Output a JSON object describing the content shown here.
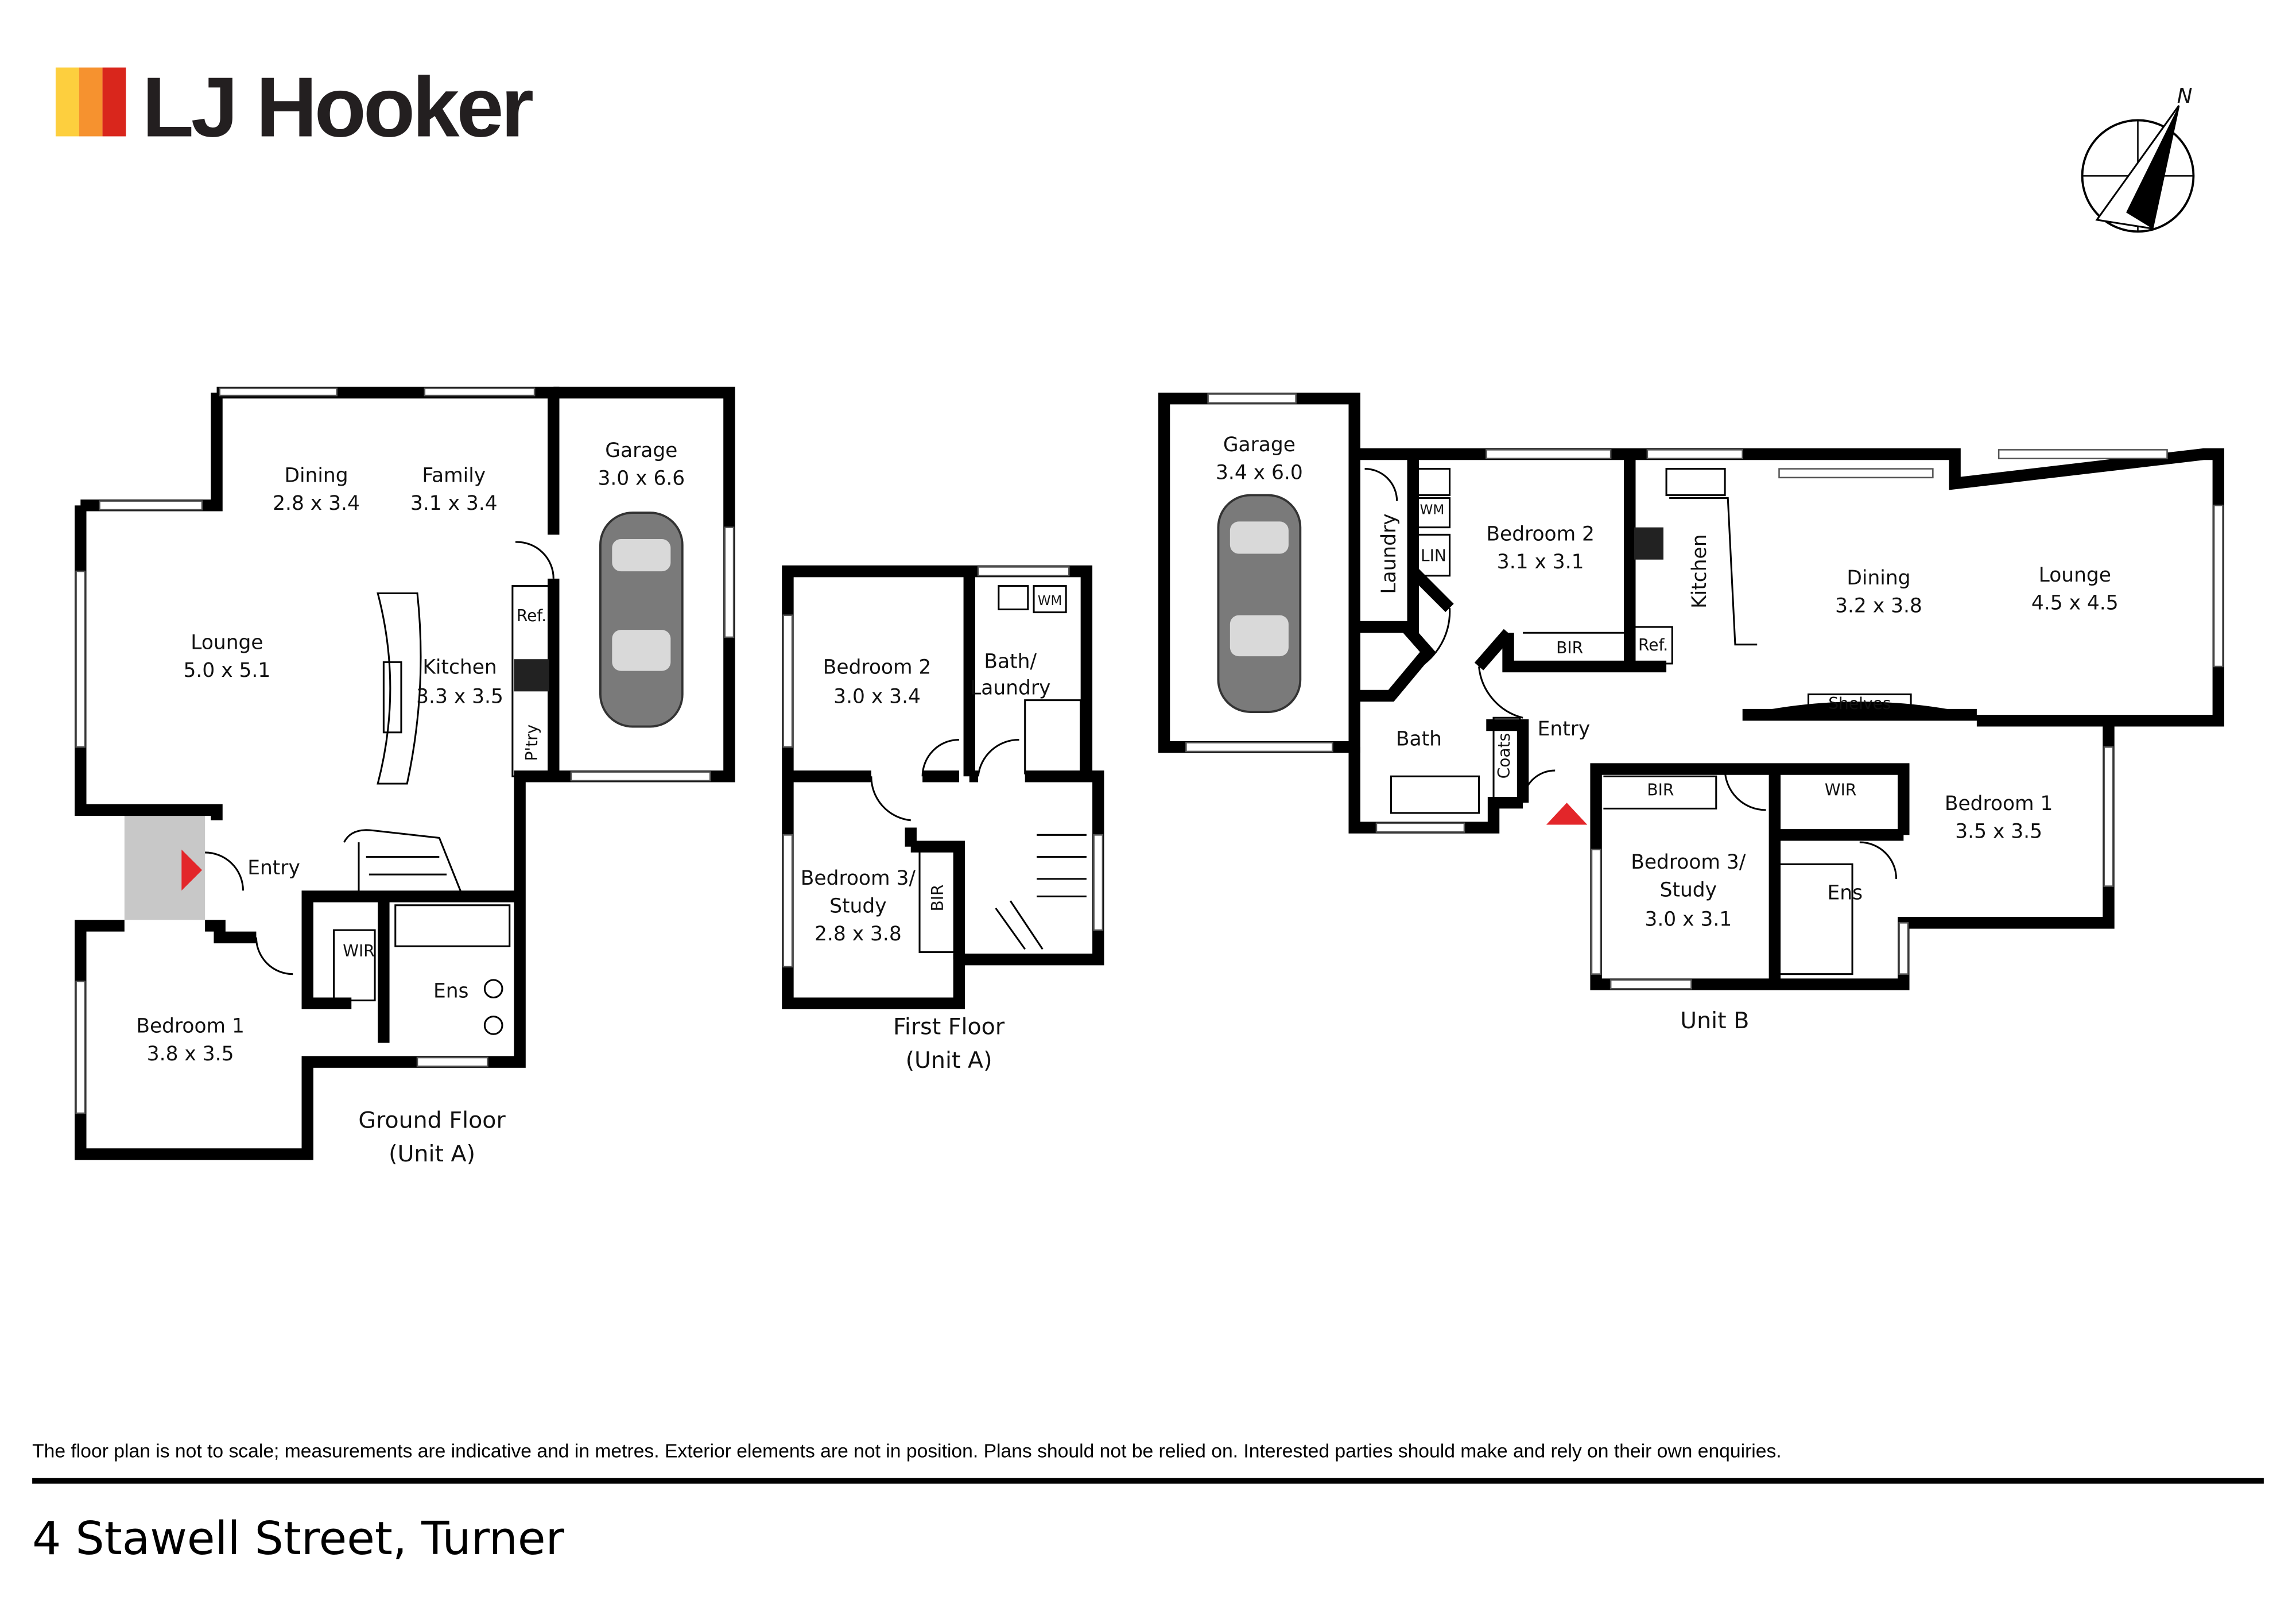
{
  "brand": {
    "name": "LJ Hooker",
    "colors": [
      "#fdcf3e",
      "#f6922f",
      "#d9261c"
    ]
  },
  "compass": {
    "label": "N"
  },
  "ground_floor": {
    "caption_line1": "Ground Floor",
    "caption_line2": "(Unit A)",
    "dining": {
      "name": "Dining",
      "dims": "2.8 x 3.4"
    },
    "family": {
      "name": "Family",
      "dims": "3.1 x 3.4"
    },
    "garage": {
      "name": "Garage",
      "dims": "3.0 x 6.6"
    },
    "lounge": {
      "name": "Lounge",
      "dims": "5.0 x 5.1"
    },
    "kitchen": {
      "name": "Kitchen",
      "dims": "3.3 x 3.5"
    },
    "ref": "Ref.",
    "pantry": "P'try",
    "entry": "Entry",
    "wir": "WIR",
    "ens": "Ens",
    "bedroom1": {
      "name": "Bedroom 1",
      "dims": "3.8 x 3.5"
    }
  },
  "first_floor": {
    "caption_line1": "First Floor",
    "caption_line2": "(Unit A)",
    "bedroom2": {
      "name": "Bedroom 2",
      "dims": "3.0 x 3.4"
    },
    "bath_laundry": {
      "line1": "Bath/",
      "line2": "Laundry"
    },
    "wm": "WM",
    "bedroom3": {
      "line1": "Bedroom 3/",
      "line2": "Study",
      "dims": "2.8 x 3.8"
    },
    "bir": "BIR"
  },
  "unit_b": {
    "caption": "Unit B",
    "garage": {
      "name": "Garage",
      "dims": "3.4 x 6.0"
    },
    "laundry": "Laundry",
    "wm": "WM",
    "lin": "LIN",
    "bedroom2": {
      "name": "Bedroom 2",
      "dims": "3.1 x 3.1"
    },
    "bir_bed2": "BIR",
    "kitchen": "Kitchen",
    "ref": "Ref.",
    "dining": {
      "name": "Dining",
      "dims": "3.2 x 3.8"
    },
    "lounge": {
      "name": "Lounge",
      "dims": "4.5 x 4.5"
    },
    "shelves": "Shelves",
    "bath": "Bath",
    "coats": "Coats",
    "entry": "Entry",
    "bir_bed3": "BIR",
    "wir": "WIR",
    "bedroom1": {
      "name": "Bedroom 1",
      "dims": "3.5 x 3.5"
    },
    "bedroom3": {
      "line1": "Bedroom 3/",
      "line2": "Study",
      "dims": "3.0 x 3.1"
    },
    "ens": "Ens"
  },
  "footer": {
    "disclaimer": "The floor plan is not to scale; measurements are indicative and in metres. Exterior elements are not in position. Plans should not be relied on. Interested parties should make and rely on their own enquiries.",
    "address": "4 Stawell Street, Turner"
  }
}
